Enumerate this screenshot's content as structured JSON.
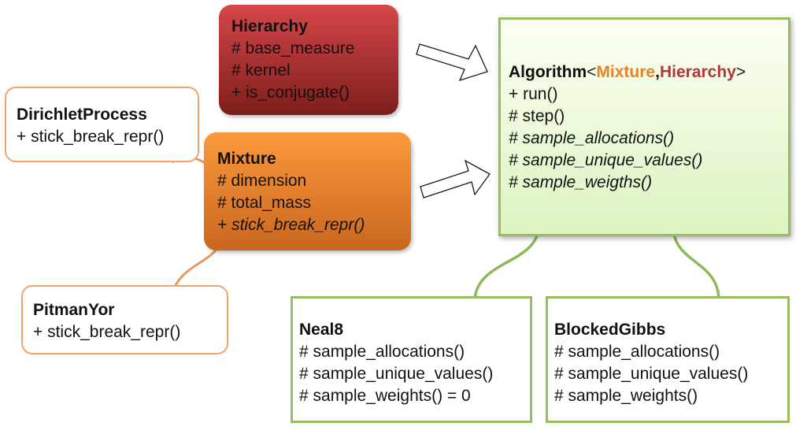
{
  "hierarchy": {
    "title": "Hierarchy",
    "members": [
      "# base_measure",
      "# kernel",
      "+ is_conjugate()"
    ]
  },
  "mixture": {
    "title": "Mixture",
    "members": [
      "# dimension",
      "# total_mass"
    ],
    "abstract_member": "+ stick_break_repr()"
  },
  "dirichlet": {
    "title": "DirichletProcess",
    "members": [
      "+ stick_break_repr()"
    ]
  },
  "pitman": {
    "title": "PitmanYor",
    "members": [
      "+ stick_break_repr()"
    ]
  },
  "algorithm": {
    "title": "Algorithm",
    "template_open": "<",
    "template_mixture": "Mixture",
    "template_sep": ",",
    "template_hierarchy": "Hierarchy",
    "template_close": ">",
    "members": [
      "+ run()",
      "# step()"
    ],
    "abstract_members": [
      "# sample_allocations()",
      "# sample_unique_values()",
      "# sample_weigths()"
    ]
  },
  "neal8": {
    "title": "Neal8",
    "members": [
      "# sample_allocations()",
      "# sample_unique_values()",
      "# sample_weights() = 0"
    ]
  },
  "blocked": {
    "title": "BlockedGibbs",
    "members": [
      "# sample_allocations()",
      "# sample_unique_values()",
      "# sample_weights()"
    ]
  },
  "colors": {
    "hierarchy": "#b2373a",
    "mixture": "#e6822a",
    "algorithm_border": "#97bd5f",
    "orange_connector": "#e59a62",
    "green_connector": "#8db95a"
  }
}
